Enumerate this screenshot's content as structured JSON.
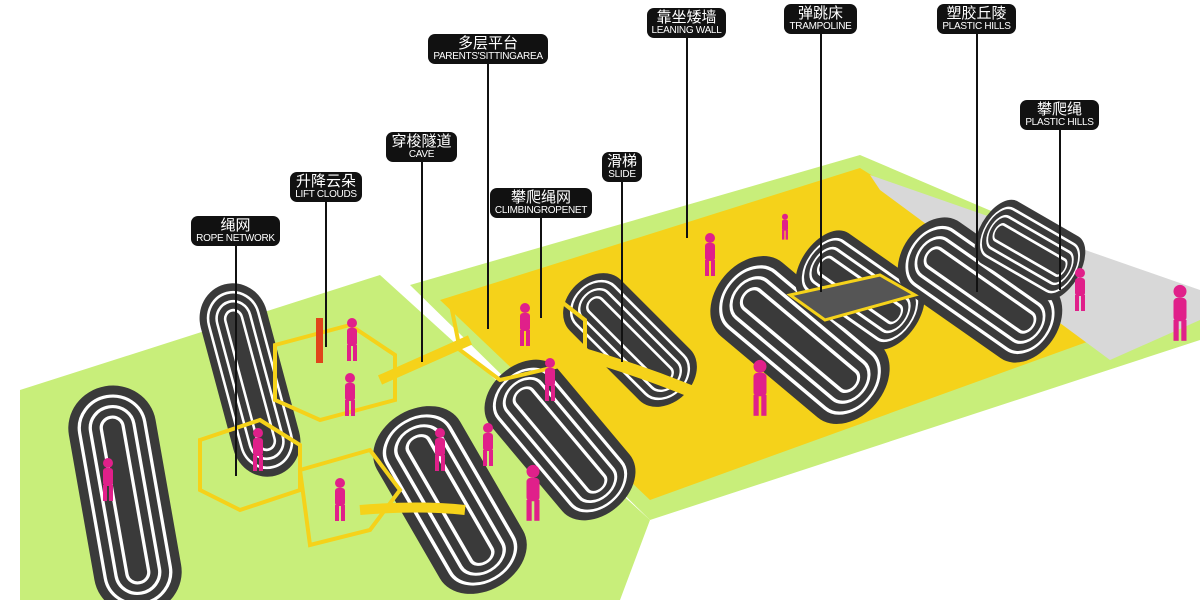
{
  "labels": [
    {
      "zh": "绳网",
      "en": "ROPE NETWORK"
    },
    {
      "zh": "升降云朵",
      "en": "LIFT CLOUDS"
    },
    {
      "zh": "穿梭隧道",
      "en": "CAVE"
    },
    {
      "zh": "多层平台",
      "en": "PARENTS'SITTINGAREA"
    },
    {
      "zh": "攀爬绳网",
      "en": "CLIMBINGROPENET"
    },
    {
      "zh": "滑梯",
      "en": "SLIDE"
    },
    {
      "zh": "靠坐矮墙",
      "en": "LEANING WALL"
    },
    {
      "zh": "弹跳床",
      "en": "TRAMPOLINE"
    },
    {
      "zh": "塑胶丘陵",
      "en": "PLASTIC HILLS"
    },
    {
      "zh": "攀爬绳",
      "en": "PLASTIC HILLS"
    }
  ],
  "colors": {
    "grass": "#c8ee7a",
    "track": "#3a3a3a",
    "yellow": "#f5d21a",
    "figure": "#e0208a"
  }
}
